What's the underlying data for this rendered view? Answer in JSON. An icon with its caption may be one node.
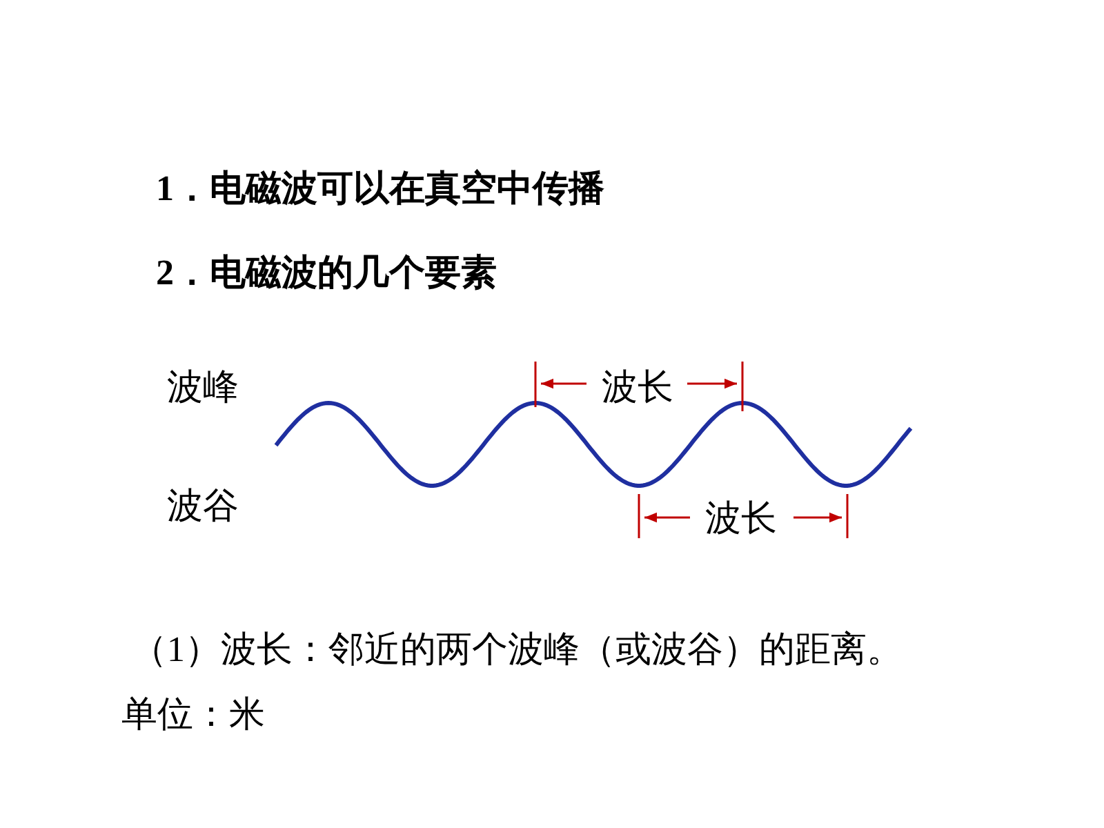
{
  "diagram": {
    "labels": [
      "1．电磁波可以在真空中传播",
      "2．电磁波的几个要素",
      "波峰",
      "波长",
      "波谷",
      "波长",
      "（1）波长：邻近的两个波峰（或波谷）的距离。",
      "单位：米"
    ]
  }
}
